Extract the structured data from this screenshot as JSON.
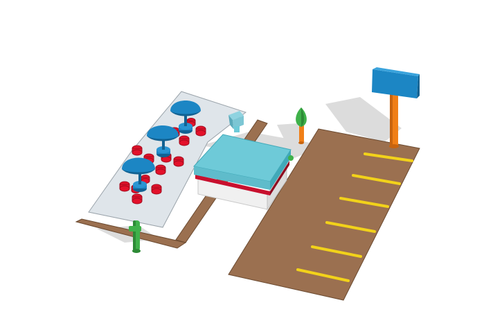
{
  "scene": {
    "objects": [
      "patio-slab",
      "umbrella-table-back",
      "umbrella-table-middle",
      "umbrella-table-front",
      "restaurant-building",
      "walkway-path",
      "green-pole-sign",
      "tree-sapling",
      "parking-lot",
      "parking-lines",
      "pylon-sign",
      "trash-bin"
    ],
    "parking_line_count": 6
  },
  "colors": {
    "background": "#ffffff",
    "shadow": "#d9d9d9",
    "slab": "#dfe5ea",
    "slab_edge": "#9aa3aa",
    "path": "#9b7050",
    "lot": "#9b7050",
    "lot_edge": "#6b4a30",
    "parking_line": "#f2d21a",
    "umbrella": "#1c86c4",
    "umbrella_dark": "#126292",
    "chair": "#e3112a",
    "chair_dark": "#a30b1e",
    "roof": "#6ecad8",
    "roof_dark": "#41a9b9",
    "wall": "#f0f0f0",
    "trim_red": "#c8102e",
    "sign_panel": "#1c86c4",
    "sign_pole": "#f07f17",
    "green": "#3fb14a",
    "tree_trunk": "#f07f17"
  }
}
